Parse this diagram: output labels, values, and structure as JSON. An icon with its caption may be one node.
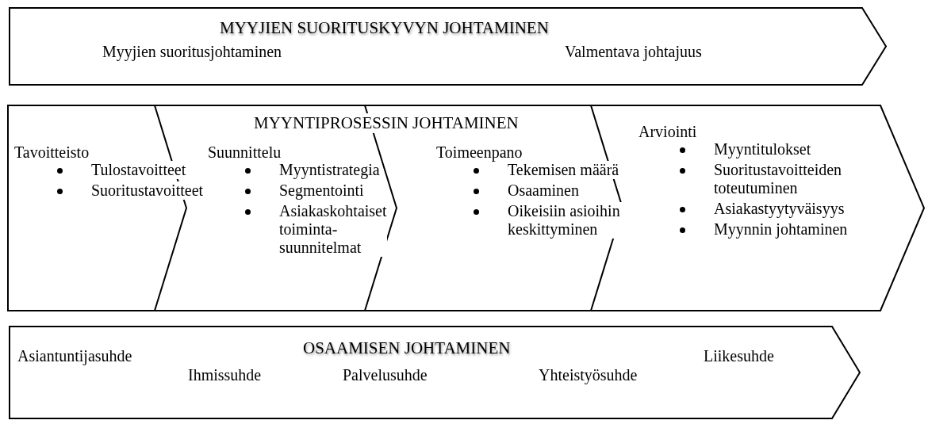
{
  "diagram": {
    "nodes": [
      {
        "text": [
          "MYYJIEN SUORITUSKYVYN JOHTAMINEN",
          "Myyjien suoritusjohtaminen",
          "Valmentava johtajuus"
        ]
      },
      {
        "text": [
          "Tavoitteisto",
          "Tulostavoitteet",
          "Suoritustavoitteet"
        ]
      },
      {
        "text": [
          "Suunnittelu",
          "Myyntistrategia",
          "Segmentointi",
          "Asiakaskohtaiset toiminta- suunnitelmat"
        ]
      },
      {
        "text": [
          "Toimeenpano",
          "Tekemisen määrä",
          "Osaaminen",
          "Oikeisiin asioihin keskittyminen"
        ]
      },
      {
        "text": [
          "Arviointi",
          "Myyntitulokset",
          "Suoritustavoitteiden toteutuminen",
          "Asiakastyytyväisyys",
          "Myynnin johtaminen"
        ]
      },
      {
        "text": [
          "OSAAMISEN JOHTAMINEN",
          "Asiantuntijasuhde",
          "Ihmissuhde",
          "Palvelusuhde",
          "Yhteistyösuhde",
          "Liikesuhde"
        ]
      }
    ],
    "edges": [],
    "labels": [
      "MYYNTIPROSESSIN JOHTAMINEN"
    ]
  }
}
